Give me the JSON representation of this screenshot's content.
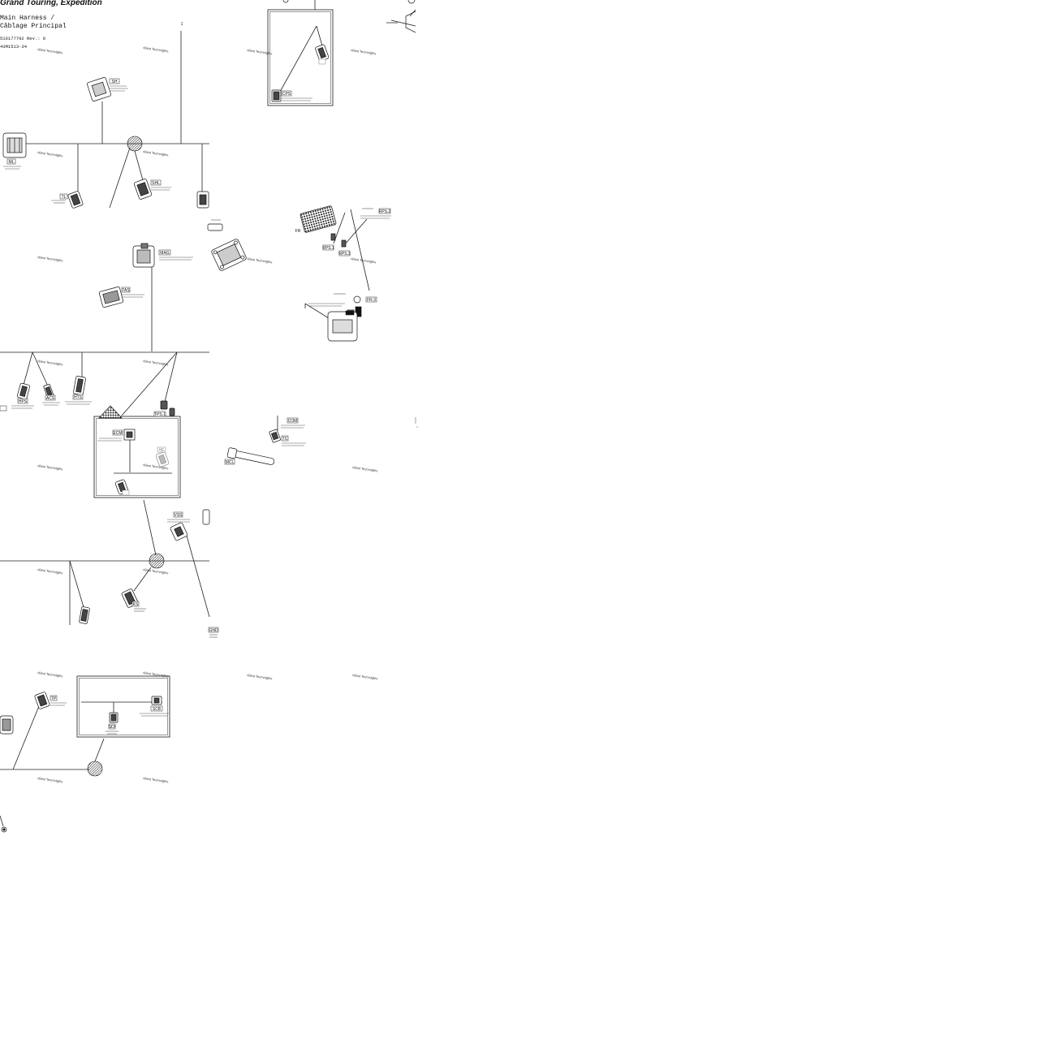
{
  "header": {
    "title": "Grand Touring, Expedition",
    "subtitle_line1": "Main Harness /",
    "subtitle_line2": "Câblage Principal",
    "part_number": "516177792 Rev.: 0",
    "drawing_code": "43M1513-34"
  },
  "watermark_text": "vBest Tecmotgfes",
  "connectors": {
    "ML": "ML",
    "SH": "SH",
    "TL": "TL",
    "SHL": "SHL",
    "MAG": "MAG",
    "TAS": "TAS",
    "HPS": "HPS",
    "ACS": "ACS",
    "HTS": "HTS",
    "TPS1": "TPS.1",
    "ECM": "ECM",
    "HE": "HE",
    "VSS": "VSS",
    "KS": "KS",
    "CPS": "CPS",
    "RPS1": "RPS.1",
    "RPS2": "RPS.2",
    "RPS3": "RPS.3",
    "FR": "FR",
    "FRS": "FR.3",
    "COM": "COM",
    "TC": "TC",
    "MCL": "MCL",
    "GND": "GND",
    "TP": "TP",
    "SCB": "SCB",
    "SDI": "SDI",
    "ONE": "1"
  },
  "colors": {
    "line": "#222222",
    "box": "#333333",
    "watermark": "#333333"
  }
}
